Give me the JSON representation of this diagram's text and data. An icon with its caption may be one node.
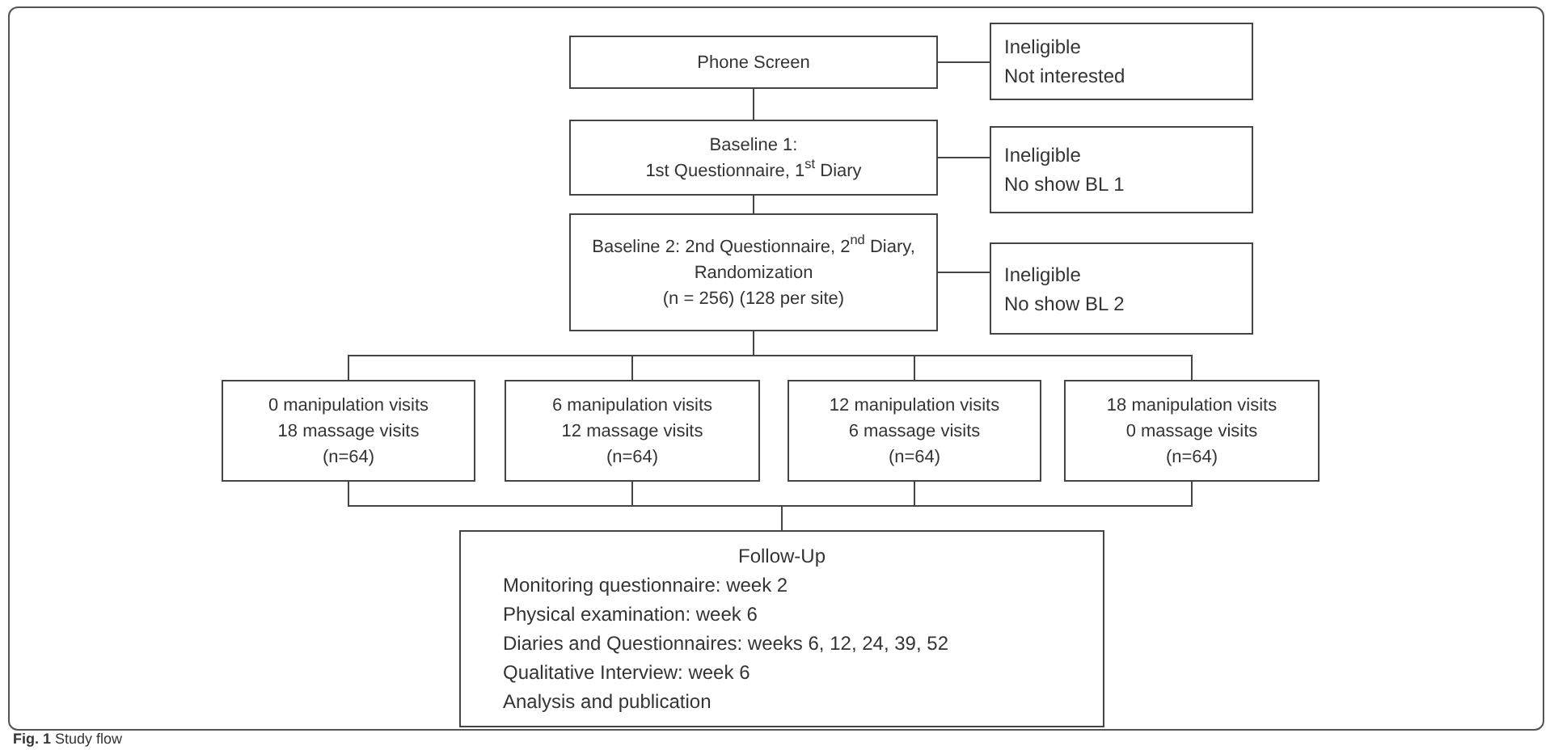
{
  "diagram": {
    "caption": "**Fig. 1** Study flow",
    "nodes": [
      {
        "text": [
          "Phone Screen"
        ]
      },
      {
        "text": [
          "Ineligible",
          "Not interested"
        ]
      },
      {
        "text": [
          "Baseline 1:",
          "1st Questionnaire, 1$^{st}$ Diary"
        ]
      },
      {
        "text": [
          "Ineligible",
          "No show BL 1"
        ]
      },
      {
        "text": [
          "Baseline 2: 2nd Questionnaire, 2$^{nd}$ Diary, Randomization",
          "(n = 256) (128 per site)"
        ]
      },
      {
        "text": [
          "Ineligible",
          "No show BL 2"
        ]
      },
      {
        "text": [
          "0 manipulation visits",
          "18 massage visits",
          "(n=64)"
        ]
      },
      {
        "text": [
          "6 manipulation visits",
          "12 massage visits",
          "(n=64)"
        ]
      },
      {
        "text": [
          "12 manipulation visits",
          "6 massage visits",
          "(n=64)"
        ]
      },
      {
        "text": [
          "18 manipulation visits",
          "0 massage visits",
          "(n=64)"
        ]
      },
      {
        "text": [
          "Follow-Up",
          "Monitoring questionnaire: week 2",
          "Physical examination: week 6",
          "Diaries and Questionnaires: weeks 6, 12, 24, 39, 52",
          "Qualitative Interview: week 6",
          "Analysis and publication"
        ]
      }
    ],
    "edges": [
      {
        "from": 0,
        "to": 1,
        "arrow": "none"
      },
      {
        "from": 0,
        "to": 2,
        "arrow": "none"
      },
      {
        "from": 2,
        "to": 3,
        "arrow": "none"
      },
      {
        "from": 2,
        "to": 4,
        "arrow": "none"
      },
      {
        "from": 4,
        "to": 5,
        "arrow": "none"
      },
      {
        "from": 4,
        "to": 6,
        "arrow": "none"
      },
      {
        "from": 4,
        "to": 7,
        "arrow": "none"
      },
      {
        "from": 4,
        "to": 8,
        "arrow": "none"
      },
      {
        "from": 4,
        "to": 9,
        "arrow": "none"
      },
      {
        "from": 6,
        "to": 10,
        "arrow": "none"
      },
      {
        "from": 7,
        "to": 10,
        "arrow": "none"
      },
      {
        "from": 8,
        "to": 10,
        "arrow": "none"
      },
      {
        "from": 9,
        "to": 10,
        "arrow": "none"
      }
    ]
  }
}
